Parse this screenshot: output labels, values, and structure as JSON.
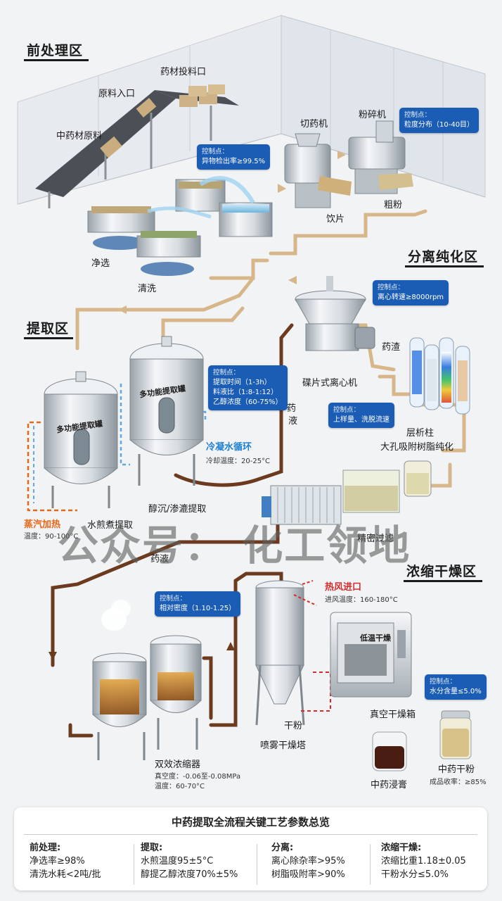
{
  "zones": {
    "pretreatment": "前处理区",
    "separation": "分离纯化区",
    "extraction": "提取区",
    "concentration": "浓缩干燥区"
  },
  "labels": {
    "feeding_port": "药材投料口",
    "raw_inlet": "原料入口",
    "raw_material": "中药材原料",
    "cutter": "切药机",
    "crusher": "粉碎机",
    "pieces": "饮片",
    "coarse_powder": "粗粉",
    "selection": "净选",
    "washing": "清洗",
    "residue": "药渣",
    "disc_centrifuge": "碟片式离心机",
    "liquid1_a": "药",
    "liquid1_b": "液",
    "chromatography": "层析柱",
    "resin": "大孔吸附树脂纯化",
    "condensate": "冷凝水循环",
    "cooling_temp": "冷却温度：20-25°C",
    "steam": "蒸汽加热",
    "steam_temp": "温度：90-100°C",
    "decoction": "水煎煮提取",
    "alcohol_extraction": "醇沉/渗漉提取",
    "fine_filter": "精密过滤",
    "liquid2": "药液",
    "hot_air": "热风进口",
    "inlet_temp": "进风温度：160-180°C",
    "vacuum_dryer": "真空干燥箱",
    "dryer_door": "低温干燥",
    "dry_powder": "干粉",
    "spray_tower": "喷雾干燥塔",
    "evaporator": "双效浓缩器",
    "vacuum": "真空度：-0.06至-0.08MPa",
    "evap_temp": "温度：60-70°C",
    "extract_paste": "中药浸膏",
    "herbal_powder": "中药干粉",
    "yield": "成品收率：≥85%",
    "tank1_name": "多功能提取罐",
    "tank2_name": "多功能提取罐"
  },
  "control_points": {
    "title": "控制点：",
    "foreign": "异物检出率≥99.5%",
    "granularity": "粒度分布（10-40目）",
    "centrifuge_speed": "离心转速≥8000rpm",
    "extract_time": "提取时间（1-3h）",
    "liquid_ratio": "料液比（1:8-1:12）",
    "ethanol": "乙醇浓度（60-75%）",
    "loading": "上样量、洗脱流速",
    "density": "相对密度（1.10-1.25）",
    "moisture": "水分含量≤5.0%"
  },
  "watermark": "公众号：  化工领地",
  "summary": {
    "title": "中药提取全流程关键工艺参数总览",
    "columns": [
      {
        "head": "前处理:",
        "lines": [
          "净选率≥98%",
          "清洗水耗<2吨/批"
        ]
      },
      {
        "head": "提取:",
        "lines": [
          "水煎温度95±5°C",
          "醇提乙醇浓度70%±5%"
        ]
      },
      {
        "head": "分离:",
        "lines": [
          "离心除杂率>95%",
          "树脂吸附率>90%"
        ]
      },
      {
        "head": "浓缩干燥:",
        "lines": [
          "浓缩比重1.18±0.05",
          "干粉水分≤5.0%"
        ]
      }
    ]
  },
  "colors": {
    "pipe": "#d7b68a",
    "pipe_dark": "#6b3a1f",
    "control_box": "#1b5cb5",
    "steam": "#e8681a",
    "condensate": "#1f7fd1",
    "hot_air": "#d62b2b"
  }
}
